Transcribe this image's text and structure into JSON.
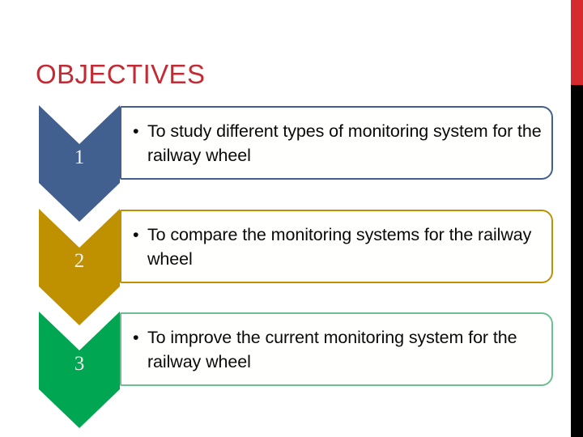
{
  "slide": {
    "title": "OBJECTIVES",
    "title_color": "#C32B34",
    "background": "#FFFFFF"
  },
  "decoration": {
    "right_bar_top_color": "#D52B2F",
    "right_bar_bottom_color": "#000000"
  },
  "items": [
    {
      "number": "1",
      "chevron_color": "#41608F",
      "border_color": "#41608F",
      "number_color": "#F2F2EE",
      "bullet": "•",
      "text": "To study different types of monitoring system for the railway wheel"
    },
    {
      "number": "2",
      "chevron_color": "#BF9000",
      "border_color": "#BF9000",
      "number_color": "#F2F2EE",
      "bullet": "•",
      "text": "To compare the monitoring systems for the railway wheel"
    },
    {
      "number": "3",
      "chevron_color": "#00A651",
      "border_color": "#6FBE92",
      "number_color": "#F2F2EE",
      "bullet": "•",
      "text": "To improve the current monitoring system for the railway wheel"
    }
  ]
}
